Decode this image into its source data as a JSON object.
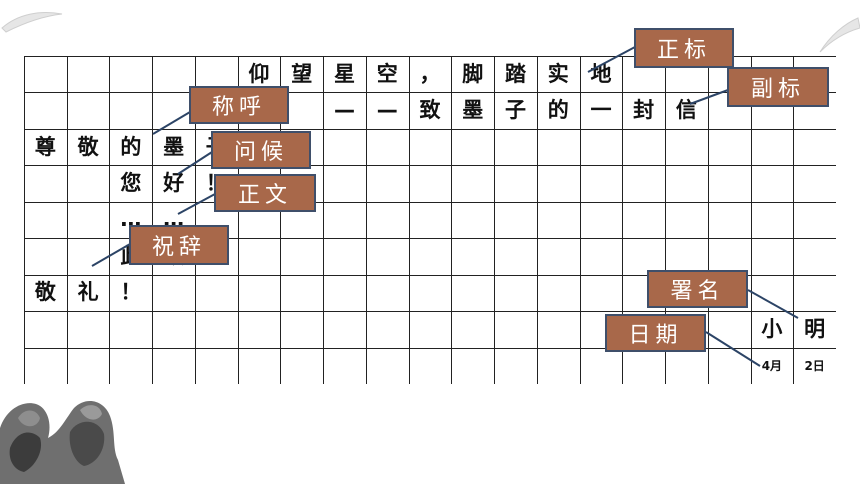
{
  "letter": {
    "title": "仰望星空，脚踏实地",
    "subtitle": "——致墨子的一封信",
    "salutation": "尊敬的墨子",
    "greeting": "您好！",
    "body_ellipsis": "……",
    "closing_line1": "此致",
    "closing_line2": "敬礼！",
    "signature": "小明",
    "date_month": "4月",
    "date_day": "2日"
  },
  "labels": {
    "title": "正标",
    "subtitle": "副标",
    "salutation": "称呼",
    "greeting": "问候",
    "body": "正文",
    "closing": "祝辞",
    "signature": "署名",
    "date": "日期"
  },
  "colors": {
    "label_fill": "#a8684a",
    "label_border": "#3f4f6a",
    "leader_line": "#2c4466",
    "grid_line": "#222222"
  },
  "icons": [
    "quill-icon",
    "statue-image"
  ]
}
